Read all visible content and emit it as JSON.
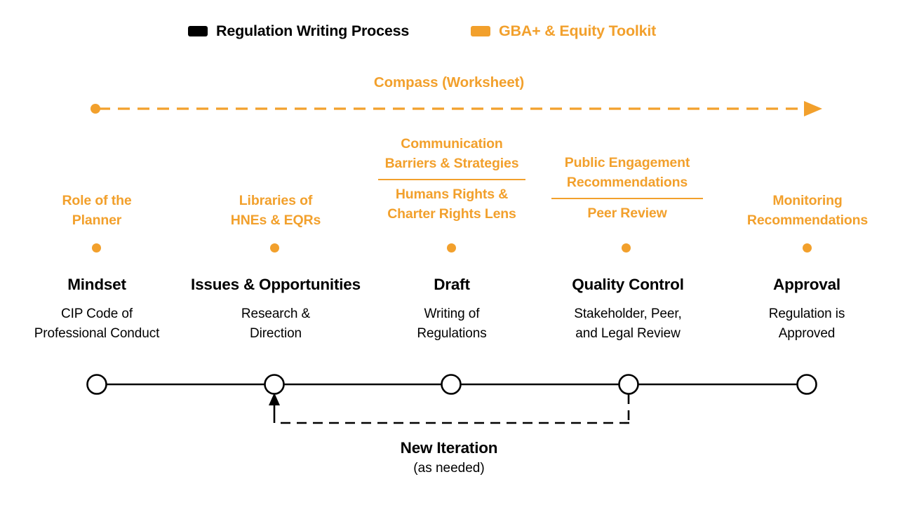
{
  "legend": {
    "items": [
      {
        "id": "regulation-writing-process",
        "label": "Regulation Writing Process",
        "color": "#000000",
        "swatch": "black-rounded-square"
      },
      {
        "id": "gba-equity-toolkit",
        "label": "GBA+ & Equity Toolkit",
        "color": "#F2A02C",
        "swatch": "orange-rounded-square"
      }
    ]
  },
  "compass": {
    "title": "Compass (Worksheet)",
    "color": "#F2A02C",
    "style": "dashed-arrow-right",
    "start_marker": "dot",
    "end_marker": "arrowhead"
  },
  "toolkit_headers": [
    {
      "id": "role-of-the-planner",
      "lines": [
        "Role of the",
        "Planner"
      ],
      "rule_after": false
    },
    {
      "id": "libraries-of-hnes-eqrs",
      "lines": [
        "Libraries of",
        "HNEs & EQRs"
      ],
      "rule_after": false
    },
    {
      "id": "communication-barriers-strategies",
      "lines": [
        "Communication",
        "Barriers & Strategies"
      ],
      "rule_after": true,
      "lines_below": [
        "Humans Rights &",
        "Charter Rights Lens"
      ]
    },
    {
      "id": "public-engagement-recommendations",
      "lines": [
        "Public Engagement",
        "Recommendations"
      ],
      "rule_after": true,
      "lines_below": [
        "Peer Review"
      ]
    },
    {
      "id": "monitoring-recommendations",
      "lines": [
        "Monitoring",
        "Recommendations"
      ],
      "rule_after": false
    }
  ],
  "stages": [
    {
      "id": "mindset",
      "title": "Mindset",
      "desc_lines": [
        "CIP Code of",
        "Professional Conduct"
      ]
    },
    {
      "id": "issues-opportunities",
      "title": "Issues & Opportunities",
      "desc_lines": [
        "Research &",
        "Direction"
      ]
    },
    {
      "id": "draft",
      "title": "Draft",
      "desc_lines": [
        "Writing of",
        "Regulations"
      ]
    },
    {
      "id": "quality-control",
      "title": "Quality Control",
      "desc_lines": [
        "Stakeholder, Peer,",
        "and Legal Review"
      ]
    },
    {
      "id": "approval",
      "title": "Approval",
      "desc_lines": [
        "Regulation is",
        "Approved"
      ]
    }
  ],
  "iteration": {
    "title": "New Iteration",
    "subtitle": "(as needed)",
    "loop_from": "quality-control",
    "loop_to": "issues-opportunities",
    "style": "dashed-with-arrowhead"
  },
  "colors": {
    "accent_orange": "#F2A02C",
    "process_black": "#000000",
    "background": "#FFFFFF"
  }
}
